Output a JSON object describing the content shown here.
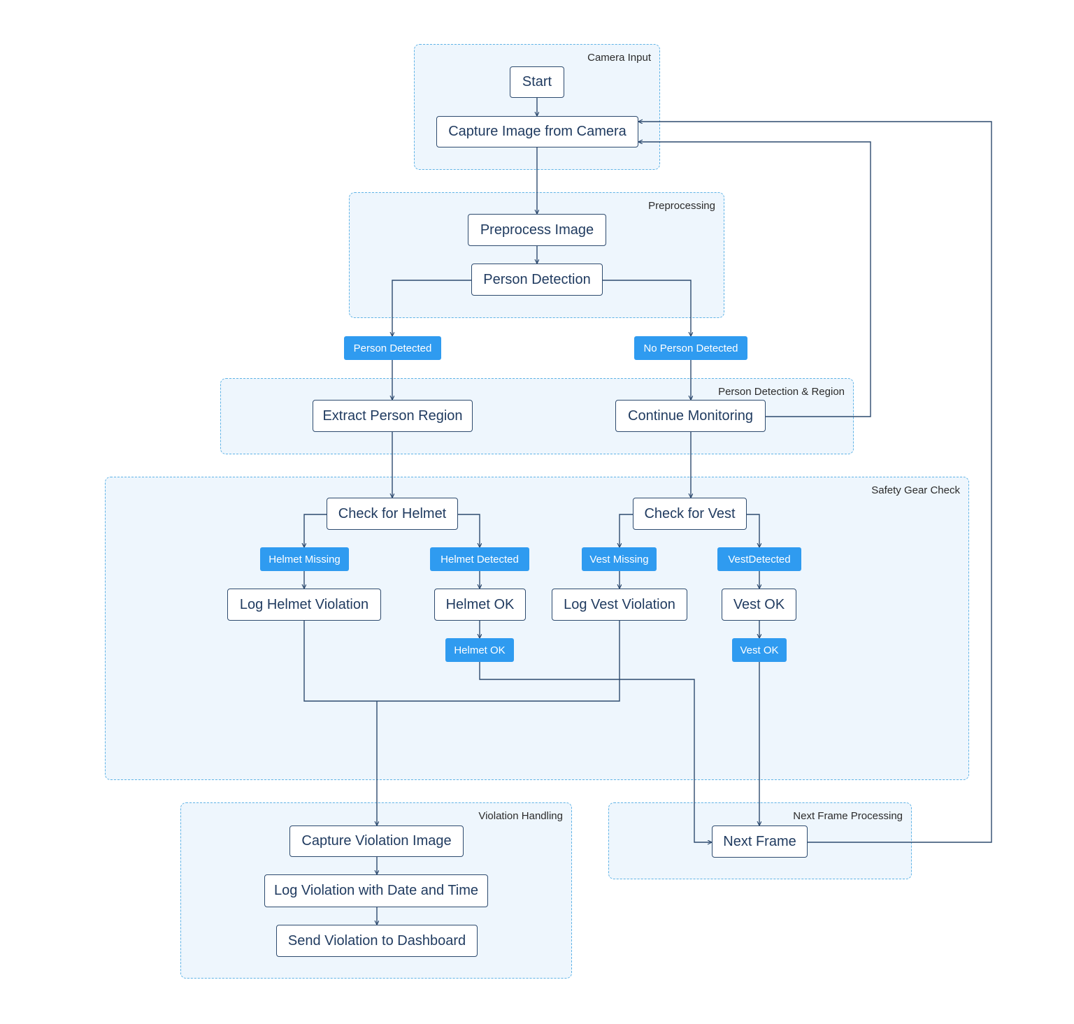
{
  "groups": {
    "camera_input": "Camera Input",
    "preprocessing": "Preprocessing",
    "person_region": "Person Detection & Region",
    "safety_gear": "Safety Gear Check",
    "violation_handling": "Violation Handling",
    "next_frame_processing": "Next Frame Processing"
  },
  "nodes": {
    "start": "Start",
    "capture_image": "Capture Image from Camera",
    "preprocess_image": "Preprocess Image",
    "person_detection": "Person Detection",
    "extract_region": "Extract Person Region",
    "continue_monitoring": "Continue Monitoring",
    "check_helmet": "Check for Helmet",
    "check_vest": "Check for Vest",
    "log_helmet_violation": "Log Helmet Violation",
    "helmet_ok": "Helmet OK",
    "log_vest_violation": "Log Vest Violation",
    "vest_ok": "Vest OK",
    "capture_violation_image": "Capture Violation Image",
    "log_violation_datetime": "Log Violation with Date and Time",
    "send_dashboard": "Send Violation to Dashboard",
    "next_frame": "Next Frame"
  },
  "edge_labels": {
    "person_detected": "Person Detected",
    "no_person_detected": "No Person Detected",
    "helmet_missing": "Helmet Missing",
    "helmet_detected": "Helmet Detected",
    "vest_missing": "Vest Missing",
    "vest_detected": "VestDetected",
    "helmet_ok": "Helmet OK",
    "vest_ok": "Vest OK"
  },
  "colors": {
    "group_fill": "#eef6fd",
    "group_border": "#5fb3e6",
    "node_border": "#2d4a6e",
    "tag_fill": "#2f9bf0",
    "edge": "#2d4a6e"
  }
}
